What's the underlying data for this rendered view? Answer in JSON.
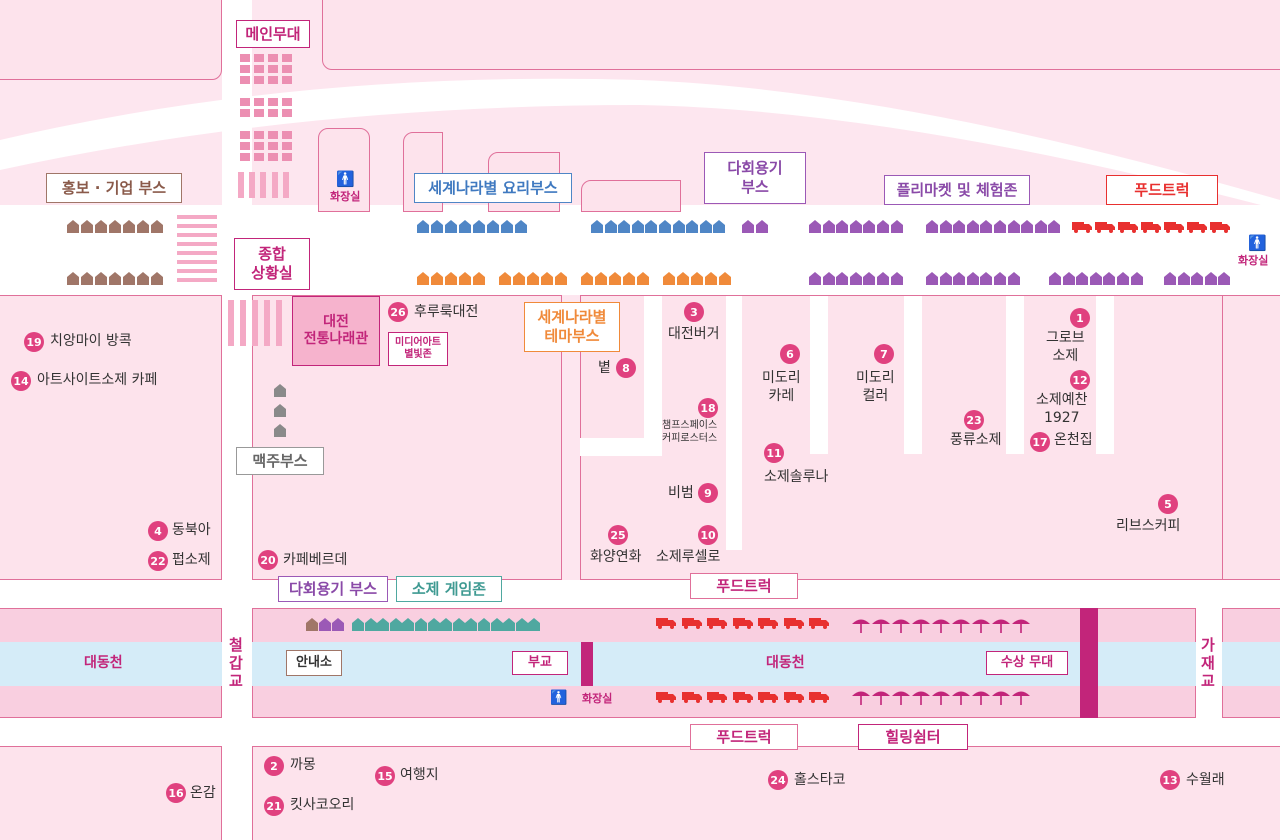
{
  "colors": {
    "bg": "#fde6ef",
    "border": "#e0709a",
    "pink": "#e0417f",
    "magenta": "#c2257a",
    "brown": "#a07668",
    "blue": "#4f86c6",
    "orange": "#f08a3a",
    "purple": "#9b59b6",
    "teal": "#4fa8a0",
    "red": "#e8302f",
    "river": "#d5ecf8"
  },
  "zones": {
    "main_stage": "메인무대",
    "promo_booth": "홍보 · 기업 부스",
    "restroom": "화장실",
    "world_cooking": "세계나라별 요리부스",
    "multi_use_top_l1": "다회용기",
    "multi_use_top_l2": "부스",
    "flea_market": "플리마켓 및 체험존",
    "food_truck": "푸드트럭",
    "control_room_l1": "종합",
    "control_room_l2": "상황실",
    "traditional_l1": "대전",
    "traditional_l2": "전통나래관",
    "media_art_l1": "미디어아트",
    "media_art_l2": "별빛존",
    "theme_booth_l1": "세계나라별",
    "theme_booth_l2": "테마부스",
    "beer_booth": "맥주부스",
    "multi_use_bottom": "다회용기 부스",
    "soje_game": "소제 게임존",
    "info_desk": "안내소",
    "pier": "부교",
    "daedongcheon": "대동천",
    "water_stage": "수상 무대",
    "healing": "힐링쉼터",
    "bridge_left": "철갑교",
    "bridge_right": "가재교"
  },
  "places": [
    {
      "n": "1",
      "l1": "그로브",
      "l2": "소제"
    },
    {
      "n": "2",
      "l1": "까몽"
    },
    {
      "n": "3",
      "l1": "대전버거"
    },
    {
      "n": "4",
      "l1": "동북아"
    },
    {
      "n": "5",
      "l1": "리브스커피"
    },
    {
      "n": "6",
      "l1": "미도리",
      "l2": "카레"
    },
    {
      "n": "7",
      "l1": "미도리",
      "l2": "컬러"
    },
    {
      "n": "8",
      "l1": "볕"
    },
    {
      "n": "9",
      "l1": "비범"
    },
    {
      "n": "10",
      "l1": "소제루셀로"
    },
    {
      "n": "11",
      "l1": "소제솔루나"
    },
    {
      "n": "12",
      "l1": "소제예찬",
      "l2": "1927"
    },
    {
      "n": "13",
      "l1": "수월래"
    },
    {
      "n": "14",
      "l1": "아트사이트소제 카페"
    },
    {
      "n": "15",
      "l1": "여행지"
    },
    {
      "n": "16",
      "l1": "온감"
    },
    {
      "n": "17",
      "l1": "온천집"
    },
    {
      "n": "18",
      "l1": "챔프스페이스",
      "l2": "커피로스터스"
    },
    {
      "n": "19",
      "l1": "치앙마이 방콕"
    },
    {
      "n": "20",
      "l1": "카페베르데"
    },
    {
      "n": "21",
      "l1": "킷사코오리"
    },
    {
      "n": "22",
      "l1": "펍소제"
    },
    {
      "n": "23",
      "l1": "풍류소제"
    },
    {
      "n": "24",
      "l1": "홀스타코"
    },
    {
      "n": "25",
      "l1": "화양연화"
    },
    {
      "n": "26",
      "l1": "후루룩대전"
    }
  ]
}
